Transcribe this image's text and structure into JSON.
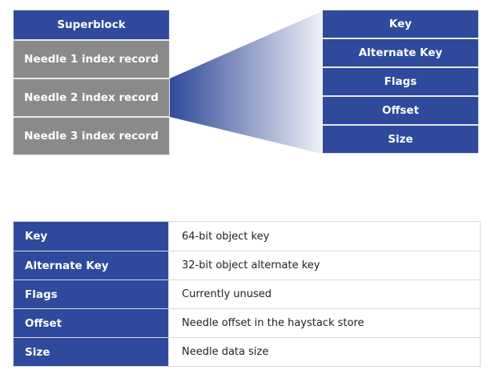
{
  "diagram": {
    "superblock_label": "Superblock",
    "needles": [
      {
        "label": "Needle 1 index record"
      },
      {
        "label": "Needle 2 index record"
      },
      {
        "label": "Needle 3 index record"
      }
    ],
    "fields": [
      {
        "label": "Key"
      },
      {
        "label": "Alternate Key"
      },
      {
        "label": "Flags"
      },
      {
        "label": "Offset"
      },
      {
        "label": "Size"
      }
    ]
  },
  "table": {
    "rows": [
      {
        "key": "Key",
        "desc": "64-bit object key"
      },
      {
        "key": "Alternate Key",
        "desc": "32-bit object alternate key"
      },
      {
        "key": "Flags",
        "desc": "Currently unused"
      },
      {
        "key": "Offset",
        "desc": "Needle offset in the haystack store"
      },
      {
        "key": "Size",
        "desc": "Needle data size"
      }
    ]
  },
  "colors": {
    "field_blue": "#2f4a9c",
    "record_gray": "#8a8a8a",
    "fan_dark": "#2f4a9c",
    "fan_light": "#ffffff"
  }
}
